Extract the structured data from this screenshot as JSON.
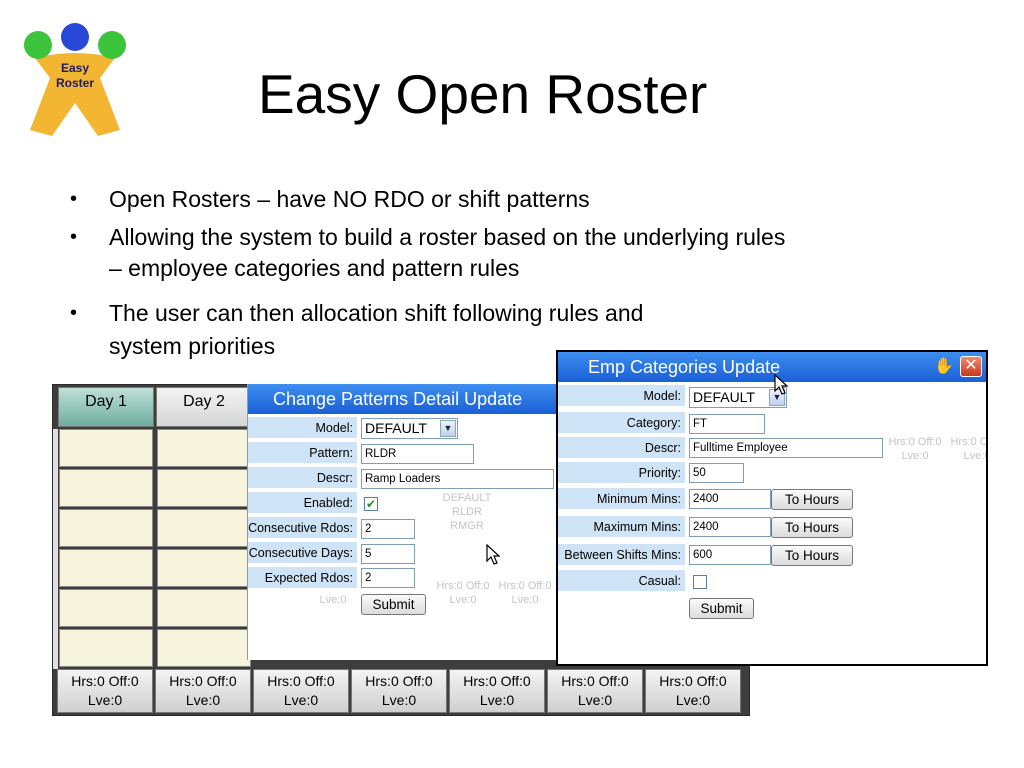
{
  "slide": {
    "title": "Easy Open Roster",
    "bullets": [
      {
        "mark": "•",
        "lines": [
          "Open Rosters – have NO RDO or shift patterns"
        ]
      },
      {
        "mark": "•",
        "lines": [
          "Allowing the system to build a roster based on the underlying rules",
          "– employee categories and pattern rules"
        ]
      },
      {
        "mark": "•",
        "lines": [
          "The user can then allocation shift following rules and",
          "system priorities"
        ]
      }
    ],
    "logo": {
      "line1": "Easy",
      "line2": "Roster",
      "colors": {
        "figure": "#f2b632",
        "heads_side": "#3cc43c",
        "head_center": "#2848d8"
      }
    }
  },
  "roster": {
    "days": [
      "Day 1",
      "Day 2"
    ],
    "footer_cells": [
      {
        "l1": "Hrs:0 Off:0",
        "l2": "Lve:0"
      },
      {
        "l1": "Hrs:0 Off:0",
        "l2": "Lve:0"
      },
      {
        "l1": "Hrs:0 Off:0",
        "l2": "Lve:0"
      },
      {
        "l1": "Hrs:0 Off:0",
        "l2": "Lve:0"
      },
      {
        "l1": "Hrs:0 Off:0",
        "l2": "Lve:0"
      },
      {
        "l1": "Hrs:0 Off:0",
        "l2": "Lve:0"
      },
      {
        "l1": "Hrs:0 Off:0",
        "l2": "Lve:0"
      }
    ]
  },
  "patterns_window": {
    "title": "Change Patterns Detail Update",
    "model_label": "Model:",
    "model_value": "DEFAULT",
    "pattern_label": "Pattern:",
    "pattern_value": "RLDR",
    "descr_label": "Descr:",
    "descr_value": "Ramp Loaders",
    "enabled_label": "Enabled:",
    "enabled_checked": true,
    "consec_rdos_label": "Consecutive Rdos:",
    "consec_rdos_value": "2",
    "consec_days_label": "Consecutive Days:",
    "consec_days_value": "5",
    "expected_rdos_label": "Expected Rdos:",
    "expected_rdos_value": "2",
    "submit_label": "Submit",
    "ghost": [
      "DEFAULT",
      "RLDR",
      "RMGR",
      "Hrs:0 Off:0",
      "Lve:0"
    ]
  },
  "categories_window": {
    "title": "Emp Categories Update",
    "model_label": "Model:",
    "model_value": "DEFAULT",
    "category_label": "Category:",
    "category_value": "FT",
    "descr_label": "Descr:",
    "descr_value": "Fulltime Employee",
    "priority_label": "Priority:",
    "priority_value": "50",
    "min_label": "Minimum Mins:",
    "min_value": "2400",
    "max_label": "Maximum Mins:",
    "max_value": "2400",
    "between_label": "Between Shifts Mins:",
    "between_value": "600",
    "to_hours_label": "To Hours",
    "casual_label": "Casual:",
    "casual_checked": false,
    "submit_label": "Submit",
    "ghost": [
      "Hrs:0 Off:0",
      "Lve:0"
    ]
  }
}
